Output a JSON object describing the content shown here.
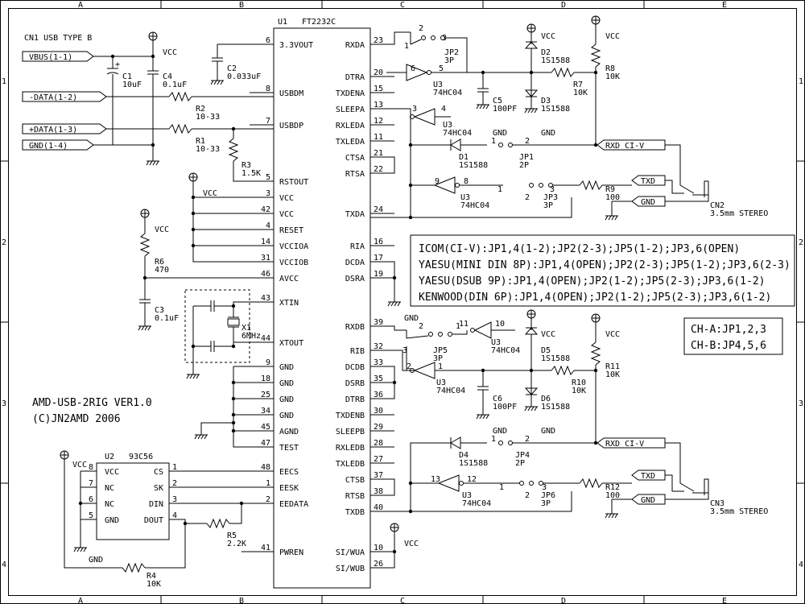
{
  "border": {
    "cols_top": [
      "A",
      "B",
      "C",
      "D",
      "E"
    ],
    "cols_bottom": [
      "A",
      "B",
      "C",
      "D",
      "E"
    ],
    "rows_left": [
      "1",
      "2",
      "3",
      "4"
    ],
    "rows_right": [
      "1",
      "2",
      "3",
      "4"
    ]
  },
  "connector_cn1": {
    "title": "CN1 USB TYPE B",
    "pins": [
      "VBUS(1-1)",
      "-DATA(1-2)",
      "+DATA(1-3)",
      "GND(1-4)"
    ]
  },
  "power": {
    "vcc": "VCC",
    "gnd": "GND"
  },
  "parts": {
    "c1": {
      "ref": "C1",
      "value": "10uF"
    },
    "c4": {
      "ref": "C4",
      "value": "0.1uF"
    },
    "c2": {
      "ref": "C2",
      "value": "0.033uF"
    },
    "r2": {
      "ref": "R2",
      "value": "10-33"
    },
    "r1": {
      "ref": "R1",
      "value": "10-33"
    },
    "r3": {
      "ref": "R3",
      "value": "1.5K"
    },
    "r6": {
      "ref": "R6",
      "value": "470"
    },
    "c3": {
      "ref": "C3",
      "value": "0.1uF"
    },
    "x1": {
      "ref": "X1",
      "value": "6MHz"
    },
    "r5": {
      "ref": "R5",
      "value": "2.2K"
    },
    "r4": {
      "ref": "R4",
      "value": "10K"
    },
    "d2": {
      "ref": "D2",
      "value": "1S1588"
    },
    "d3": {
      "ref": "D3",
      "value": "1S1588"
    },
    "d1": {
      "ref": "D1",
      "value": "1S1588"
    },
    "d5": {
      "ref": "D5",
      "value": "1S1588"
    },
    "d6": {
      "ref": "D6",
      "value": "1S1588"
    },
    "d4": {
      "ref": "D4",
      "value": "1S1588"
    },
    "c5": {
      "ref": "C5",
      "value": "100PF"
    },
    "c6": {
      "ref": "C6",
      "value": "100PF"
    },
    "r7": {
      "ref": "R7",
      "value": "10K"
    },
    "r8": {
      "ref": "R8",
      "value": "10K"
    },
    "r9": {
      "ref": "R9",
      "value": "100"
    },
    "r10": {
      "ref": "R10",
      "value": "10K"
    },
    "r11": {
      "ref": "R11",
      "value": "10K"
    },
    "r12": {
      "ref": "R12",
      "value": "100"
    },
    "jp1": {
      "ref": "JP1",
      "value": "2P"
    },
    "jp2": {
      "ref": "JP2",
      "value": "3P"
    },
    "jp3": {
      "ref": "JP3",
      "value": "3P"
    },
    "jp4": {
      "ref": "JP4",
      "value": "2P"
    },
    "jp5": {
      "ref": "JP5",
      "value": "3P"
    },
    "jp6": {
      "ref": "JP6",
      "value": "3P"
    },
    "cn2": {
      "ref": "CN2",
      "value": "3.5mm STEREO"
    },
    "cn3": {
      "ref": "CN3",
      "value": "3.5mm STEREO"
    },
    "u3_ref": "U3",
    "u3_part": "74HC04"
  },
  "u1": {
    "ref": "U1",
    "part": "FT2232C",
    "left_pins": [
      {
        "num": "6",
        "name": "3.3VOUT"
      },
      {
        "num": "8",
        "name": "USBDM"
      },
      {
        "num": "7",
        "name": "USBDP"
      },
      {
        "num": "5",
        "name": "RSTOUT"
      },
      {
        "num": "3",
        "name": "VCC"
      },
      {
        "num": "42",
        "name": "VCC"
      },
      {
        "num": "4",
        "name": "RESET"
      },
      {
        "num": "14",
        "name": "VCCIOA"
      },
      {
        "num": "31",
        "name": "VCCIOB"
      },
      {
        "num": "46",
        "name": "AVCC"
      },
      {
        "num": "43",
        "name": "XTIN"
      },
      {
        "num": "44",
        "name": "XTOUT"
      },
      {
        "num": "9",
        "name": "GND"
      },
      {
        "num": "18",
        "name": "GND"
      },
      {
        "num": "25",
        "name": "GND"
      },
      {
        "num": "34",
        "name": "GND"
      },
      {
        "num": "45",
        "name": "AGND"
      },
      {
        "num": "47",
        "name": "TEST"
      },
      {
        "num": "48",
        "name": "EECS"
      },
      {
        "num": "1",
        "name": "EESK"
      },
      {
        "num": "2",
        "name": "EEDATA"
      },
      {
        "num": "41",
        "name": "PWREN"
      }
    ],
    "right_pins": [
      {
        "num": "23",
        "name": "RXDA"
      },
      {
        "num": "20",
        "name": "DTRA"
      },
      {
        "num": "15",
        "name": "TXDENA"
      },
      {
        "num": "13",
        "name": "SLEEPA"
      },
      {
        "num": "12",
        "name": "RXLEDA"
      },
      {
        "num": "11",
        "name": "TXLEDA"
      },
      {
        "num": "21",
        "name": "CTSA"
      },
      {
        "num": "22",
        "name": "RTSA"
      },
      {
        "num": "24",
        "name": "TXDA"
      },
      {
        "num": "16",
        "name": "RIA"
      },
      {
        "num": "17",
        "name": "DCDA"
      },
      {
        "num": "19",
        "name": "DSRA"
      },
      {
        "num": "39",
        "name": "RXDB"
      },
      {
        "num": "32",
        "name": "RIB"
      },
      {
        "num": "33",
        "name": "DCDB"
      },
      {
        "num": "35",
        "name": "DSRB"
      },
      {
        "num": "36",
        "name": "DTRB"
      },
      {
        "num": "30",
        "name": "TXDENB"
      },
      {
        "num": "29",
        "name": "SLEEPB"
      },
      {
        "num": "28",
        "name": "RXLEDB"
      },
      {
        "num": "27",
        "name": "TXLEDB"
      },
      {
        "num": "37",
        "name": "CTSB"
      },
      {
        "num": "38",
        "name": "RTSB"
      },
      {
        "num": "40",
        "name": "TXDB"
      },
      {
        "num": "10",
        "name": "SI/WUA"
      },
      {
        "num": "26",
        "name": "SI/WUB"
      }
    ]
  },
  "u2": {
    "ref": "U2",
    "part": "93C56",
    "left_pins": [
      {
        "num": "8",
        "name": "VCC"
      },
      {
        "num": "7",
        "name": "NC"
      },
      {
        "num": "6",
        "name": "NC"
      },
      {
        "num": "5",
        "name": "GND"
      }
    ],
    "right_pins": [
      {
        "num": "1",
        "name": "CS"
      },
      {
        "num": "2",
        "name": "SK"
      },
      {
        "num": "3",
        "name": "DIN"
      },
      {
        "num": "4",
        "name": "DOUT"
      }
    ]
  },
  "inverters": {
    "a1": {
      "in": "6",
      "out": "5"
    },
    "a2": {
      "in": "3",
      "out": "4"
    },
    "a3": {
      "in": "9",
      "out": "8"
    },
    "b1": {
      "in": "11",
      "out": "10"
    },
    "b2": {
      "in": "2",
      "out": "1"
    },
    "b3": {
      "in": "13",
      "out": "12"
    }
  },
  "jumper_pins": {
    "p1": "1",
    "p2": "2",
    "p3": "3"
  },
  "signals": {
    "rxd_ci_v": "RXD_CI-V",
    "txd": "TXD",
    "gnd": "GND"
  },
  "settings_box": {
    "lines": [
      "ICOM(CI-V):JP1,4(1-2);JP2(2-3);JP5(1-2);JP3,6(OPEN)",
      "YAESU(MINI DIN 8P):JP1,4(OPEN);JP2(2-3);JP5(1-2);JP3,6(2-3)",
      "YAESU(DSUB 9P):JP1,4(OPEN);JP2(1-2);JP5(2-3);JP3,6(1-2)",
      "KENWOOD(DIN 6P):JP1,4(OPEN);JP2(1-2);JP5(2-3);JP3,6(1-2)"
    ]
  },
  "channel_box": {
    "lines": [
      "CH-A:JP1,2,3",
      "CH-B:JP4,5,6"
    ]
  },
  "title_block": {
    "line1": "AMD-USB-2RIG VER1.0",
    "line2": "(C)JN2AMD 2006"
  }
}
